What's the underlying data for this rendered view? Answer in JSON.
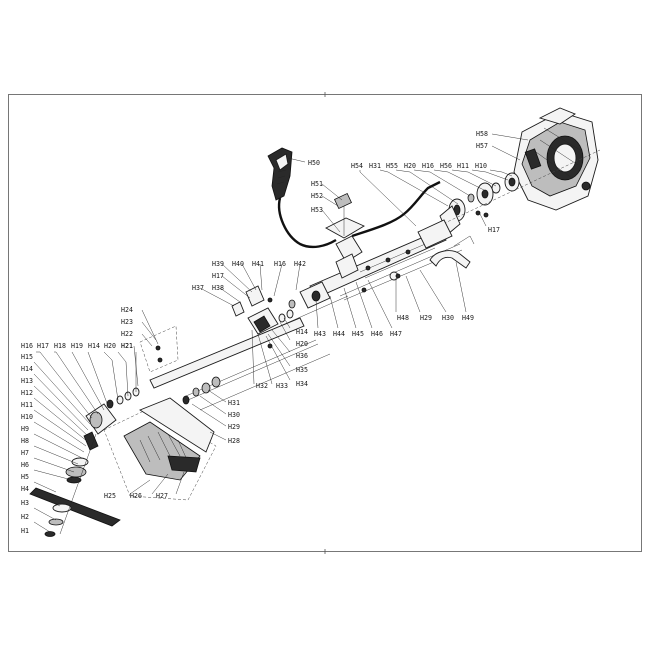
{
  "drawing": {
    "border_color": "#555555",
    "line_color": "#222222"
  },
  "labels": [
    {
      "id": "H58",
      "text": "H58"
    },
    {
      "id": "H57",
      "text": "H57"
    },
    {
      "id": "H50",
      "text": "H50"
    },
    {
      "id": "H54",
      "text": "H54"
    },
    {
      "id": "H31a",
      "text": "H31"
    },
    {
      "id": "H55",
      "text": "H55"
    },
    {
      "id": "H20a",
      "text": "H20"
    },
    {
      "id": "H16a",
      "text": "H16"
    },
    {
      "id": "H56",
      "text": "H56"
    },
    {
      "id": "H11a",
      "text": "H11"
    },
    {
      "id": "H10a",
      "text": "H10"
    },
    {
      "id": "H51",
      "text": "H51"
    },
    {
      "id": "H52",
      "text": "H52"
    },
    {
      "id": "H53",
      "text": "H53"
    },
    {
      "id": "H17a",
      "text": "H17"
    },
    {
      "id": "H39",
      "text": "H39"
    },
    {
      "id": "H40",
      "text": "H40"
    },
    {
      "id": "H41",
      "text": "H41"
    },
    {
      "id": "H16b",
      "text": "H16"
    },
    {
      "id": "H42",
      "text": "H42"
    },
    {
      "id": "H17b",
      "text": "H17"
    },
    {
      "id": "H37",
      "text": "H37"
    },
    {
      "id": "H38",
      "text": "H38"
    },
    {
      "id": "H24",
      "text": "H24"
    },
    {
      "id": "H23",
      "text": "H23"
    },
    {
      "id": "H22",
      "text": "H22"
    },
    {
      "id": "H21",
      "text": "H21"
    },
    {
      "id": "H14a",
      "text": "H14"
    },
    {
      "id": "H20b",
      "text": "H20"
    },
    {
      "id": "H36",
      "text": "H36"
    },
    {
      "id": "H35",
      "text": "H35"
    },
    {
      "id": "H34",
      "text": "H34"
    },
    {
      "id": "H33",
      "text": "H33"
    },
    {
      "id": "H32",
      "text": "H32"
    },
    {
      "id": "H43",
      "text": "H43"
    },
    {
      "id": "H44",
      "text": "H44"
    },
    {
      "id": "H45",
      "text": "H45"
    },
    {
      "id": "H46",
      "text": "H46"
    },
    {
      "id": "H47",
      "text": "H47"
    },
    {
      "id": "H48",
      "text": "H48"
    },
    {
      "id": "H29a",
      "text": "H29"
    },
    {
      "id": "H30a",
      "text": "H30"
    },
    {
      "id": "H49",
      "text": "H49"
    },
    {
      "id": "H16c",
      "text": "H16"
    },
    {
      "id": "H17c",
      "text": "H17"
    },
    {
      "id": "H18",
      "text": "H18"
    },
    {
      "id": "H19",
      "text": "H19"
    },
    {
      "id": "H14b",
      "text": "H14"
    },
    {
      "id": "H20c",
      "text": "H20"
    },
    {
      "id": "H21b",
      "text": "H21"
    },
    {
      "id": "H15",
      "text": "H15"
    },
    {
      "id": "H14c",
      "text": "H14"
    },
    {
      "id": "H13",
      "text": "H13"
    },
    {
      "id": "H12",
      "text": "H12"
    },
    {
      "id": "H11b",
      "text": "H11"
    },
    {
      "id": "H10b",
      "text": "H10"
    },
    {
      "id": "H9",
      "text": "H9"
    },
    {
      "id": "H8",
      "text": "H8"
    },
    {
      "id": "H7",
      "text": "H7"
    },
    {
      "id": "H6",
      "text": "H6"
    },
    {
      "id": "H5",
      "text": "H5"
    },
    {
      "id": "H4",
      "text": "H4"
    },
    {
      "id": "H3",
      "text": "H3"
    },
    {
      "id": "H2",
      "text": "H2"
    },
    {
      "id": "H1",
      "text": "H1"
    },
    {
      "id": "H31b",
      "text": "H31"
    },
    {
      "id": "H30b",
      "text": "H30"
    },
    {
      "id": "H29b",
      "text": "H29"
    },
    {
      "id": "H28",
      "text": "H28"
    },
    {
      "id": "H25",
      "text": "H25"
    },
    {
      "id": "H26",
      "text": "H26"
    },
    {
      "id": "H27",
      "text": "H27"
    }
  ]
}
